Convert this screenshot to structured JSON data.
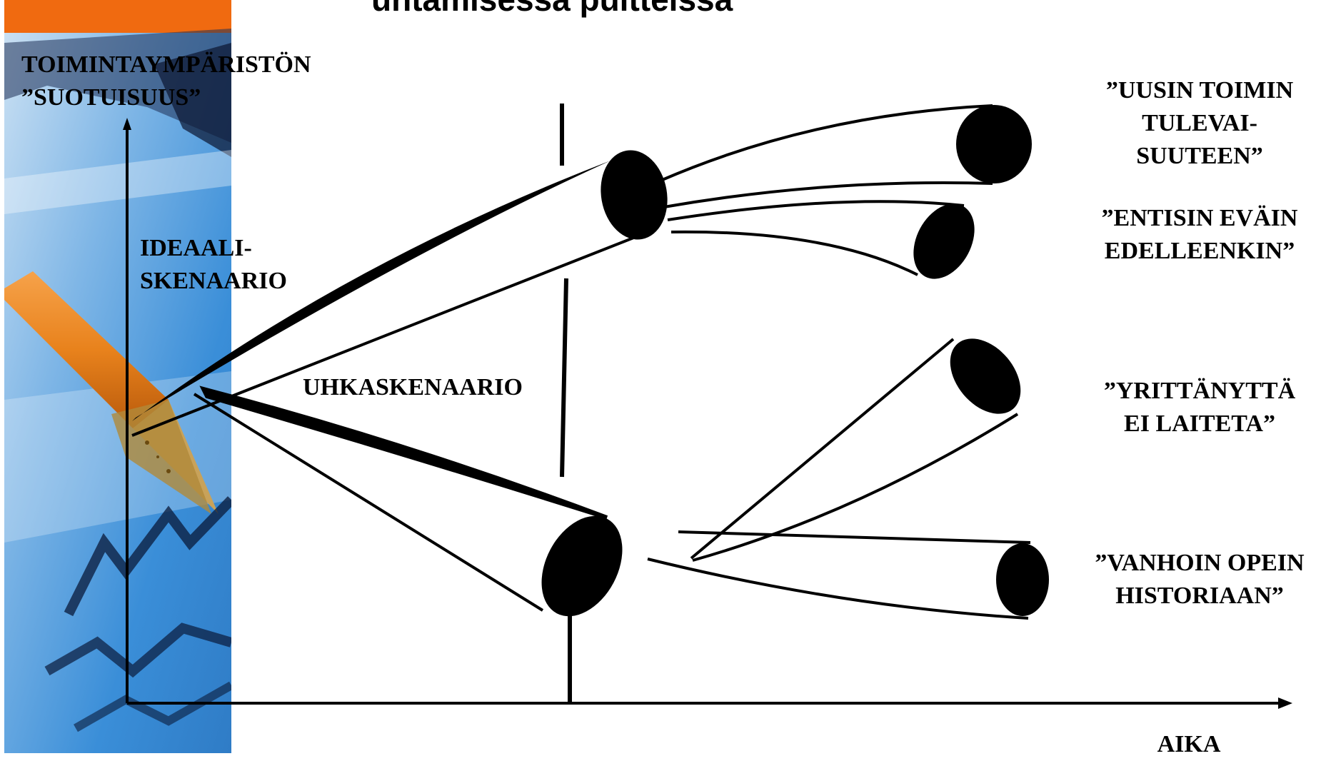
{
  "slide": {
    "title_fragment": "uhtamisessa puitteissa",
    "y_axis_label": "TOIMINTAYMPÄRISTÖN\n”SUOTUISUUS”",
    "x_axis_label": "AIKA",
    "ideal_label": "IDEAALI-\nSKENAARIO",
    "threat_label": "UHKASKENAARIO",
    "outcomes": [
      "”UUSIN TOIMIN\nTULEVAI-\nSUUTEEN”",
      "”ENTISIN EVÄIN\nEDELLEENKIN”",
      "”YRITTÄNYTTÄ\nEI LAITETA”",
      "”VANHOIN OPEIN\nHISTORIAAN”"
    ]
  },
  "colors": {
    "orange_bar": "#f06a10",
    "photo_blue": "#3a8ed8",
    "pencil_orange": "#e8821c",
    "ink": "#000000"
  }
}
